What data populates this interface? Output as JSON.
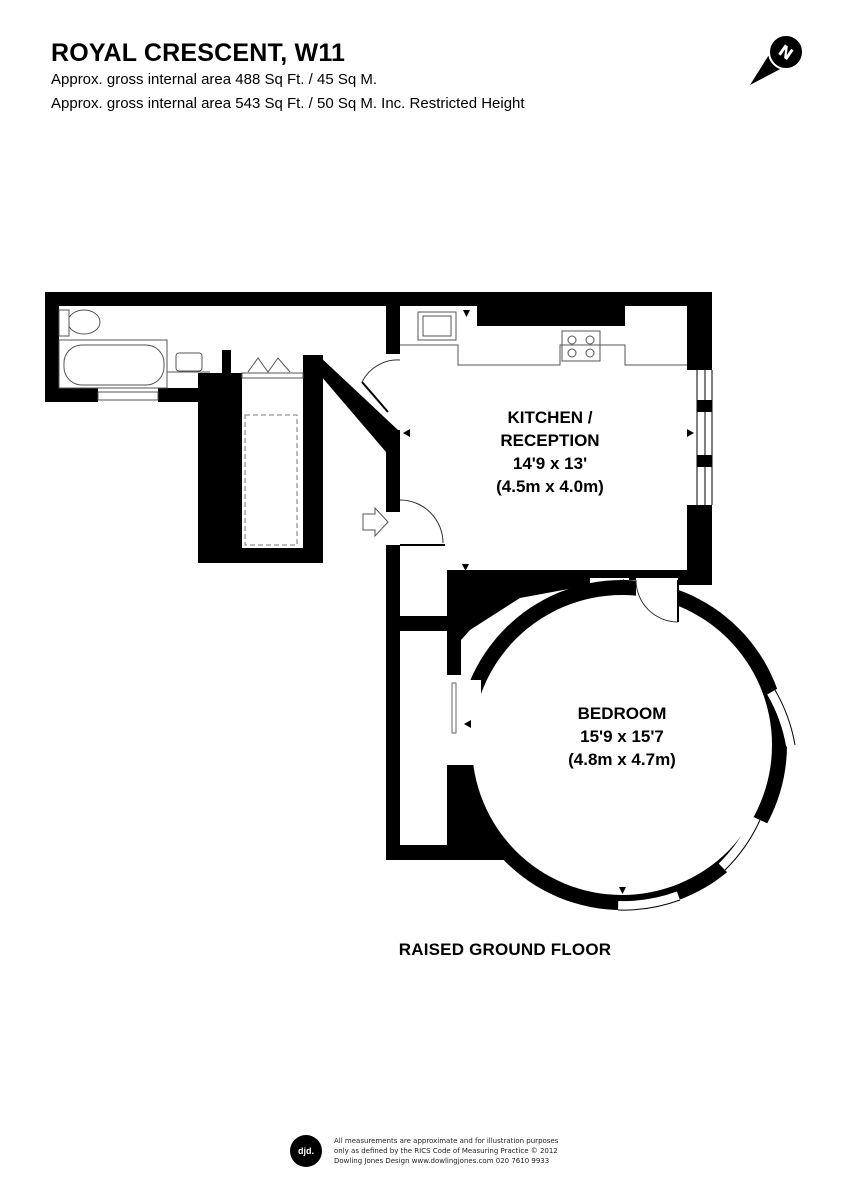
{
  "header": {
    "title": "ROYAL CRESCENT, W11",
    "area_lines": [
      "Approx. gross internal area 488 Sq Ft. / 45 Sq M.",
      "Approx. gross internal area 543 Sq Ft. / 50 Sq M. Inc. Restricted Height"
    ]
  },
  "compass": {
    "icon": "north-arrow-icon",
    "letter": "N"
  },
  "rooms": [
    {
      "name": "KITCHEN /",
      "name2": "RECEPTION",
      "imperial": "14'9 x 13'",
      "metric": "(4.5m x 4.0m)"
    },
    {
      "name": "BEDROOM",
      "imperial": "15'9 x 15'7",
      "metric": "(4.8m x 4.7m)"
    }
  ],
  "floor_label": "RAISED GROUND FLOOR",
  "footer": {
    "logo": "djd.",
    "lines": [
      "All measurements are approximate and for illustration purposes",
      "only as defined by the RICS Code of Measuring Practice © 2012",
      "Dowling Jones Design www.dowlingjones.com 020 7610 9933"
    ]
  },
  "colors": {
    "wall": "#000000",
    "background": "#ffffff",
    "fixture_line": "#555555"
  }
}
